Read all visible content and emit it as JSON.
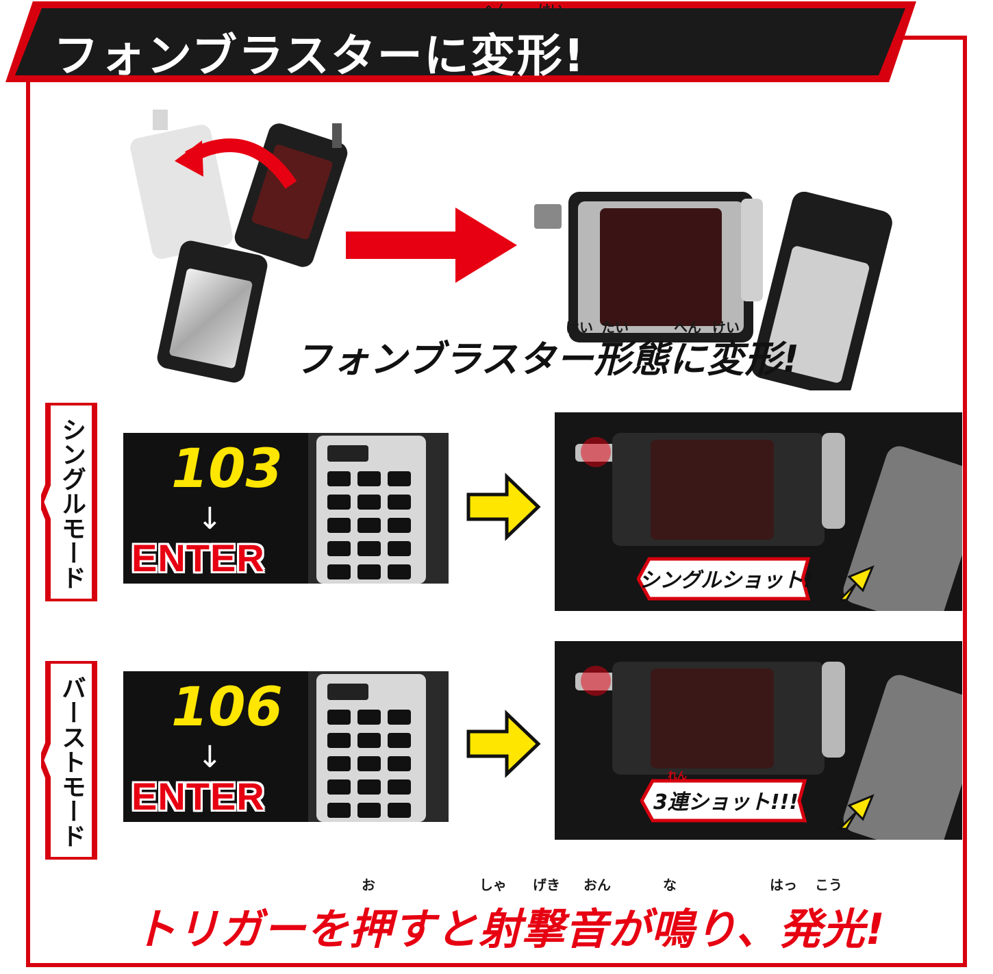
{
  "header": {
    "title": "フォンブラスターに変形!",
    "ruby_hen": "へん",
    "ruby_kei": "けい"
  },
  "hero": {
    "subtitle": "フォンブラスター形態に変形!",
    "ruby_kei": "けい",
    "ruby_tai": "たい",
    "ruby_hen": "へん",
    "ruby_kei2": "けい"
  },
  "modes": [
    {
      "label": "シングルモード",
      "code": "103",
      "enter": "ENTER",
      "shot": "シングルショット!"
    },
    {
      "label": "バーストモード",
      "code": "106",
      "enter": "ENTER",
      "shot_prefix": "3",
      "shot_ruby": "れん",
      "shot": "連ショット!!!"
    }
  ],
  "footer": {
    "text": "トリガーを押すと射撃音が鳴り、発光!",
    "ruby_o": "お",
    "ruby_sha": "しゃ",
    "ruby_geki": "げき",
    "ruby_on": "おん",
    "ruby_na": "な",
    "ruby_hatsu": "はっ",
    "ruby_kou": "こう"
  },
  "colors": {
    "accent_red": "#d7000f",
    "banner_black": "#1a1a1a",
    "code_yellow": "#ffe600",
    "enter_red": "#e60012"
  }
}
